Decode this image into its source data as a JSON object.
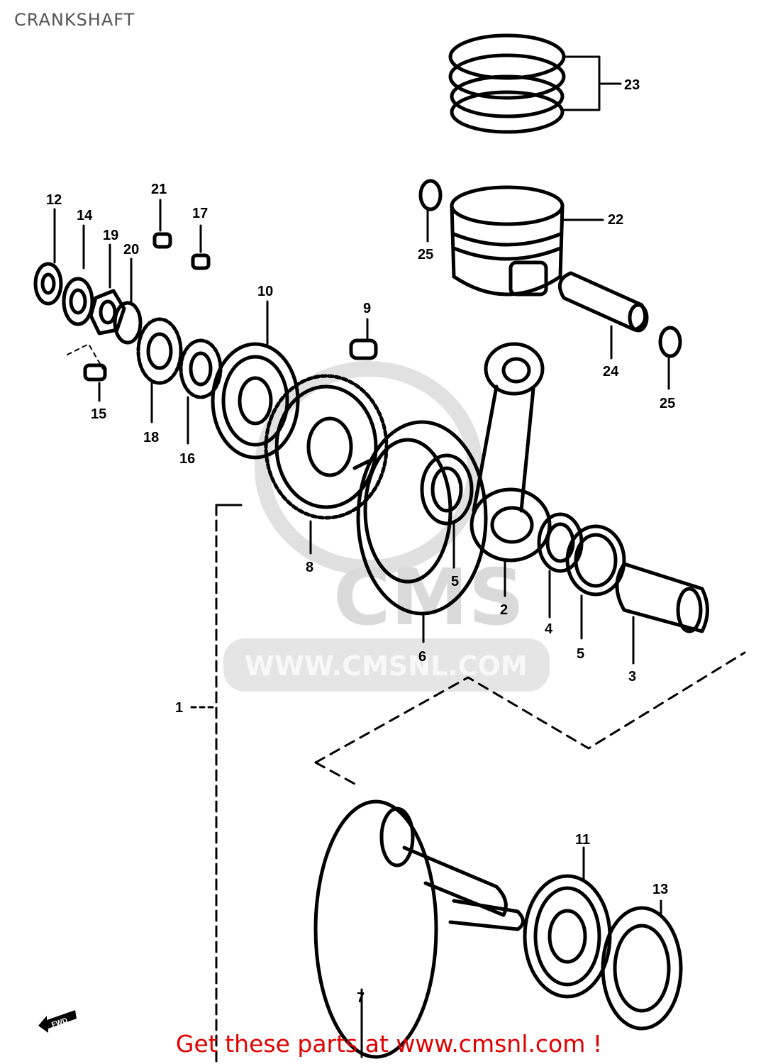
{
  "title": "CRANKSHAFT",
  "watermark": {
    "logo_text": "CMS",
    "url_text": "WWW.CMSNL.COM"
  },
  "fwd_label": "FWD",
  "callouts": [
    {
      "id": "p1",
      "label": "1"
    },
    {
      "id": "p2",
      "label": "2"
    },
    {
      "id": "p3",
      "label": "3"
    },
    {
      "id": "p4",
      "label": "4"
    },
    {
      "id": "p5a",
      "label": "5"
    },
    {
      "id": "p5b",
      "label": "5"
    },
    {
      "id": "p6",
      "label": "6"
    },
    {
      "id": "p7",
      "label": "7"
    },
    {
      "id": "p8",
      "label": "8"
    },
    {
      "id": "p9",
      "label": "9"
    },
    {
      "id": "p10",
      "label": "10"
    },
    {
      "id": "p11",
      "label": "11"
    },
    {
      "id": "p12",
      "label": "12"
    },
    {
      "id": "p13",
      "label": "13"
    },
    {
      "id": "p14",
      "label": "14"
    },
    {
      "id": "p15",
      "label": "15"
    },
    {
      "id": "p16",
      "label": "16"
    },
    {
      "id": "p17",
      "label": "17"
    },
    {
      "id": "p18",
      "label": "18"
    },
    {
      "id": "p19",
      "label": "19"
    },
    {
      "id": "p20",
      "label": "20"
    },
    {
      "id": "p21",
      "label": "21"
    },
    {
      "id": "p22",
      "label": "22"
    },
    {
      "id": "p23",
      "label": "23"
    },
    {
      "id": "p24",
      "label": "24"
    },
    {
      "id": "p25a",
      "label": "25"
    },
    {
      "id": "p25b",
      "label": "25"
    }
  ],
  "cta_text": "Get these parts at www.cmsnl.com !"
}
